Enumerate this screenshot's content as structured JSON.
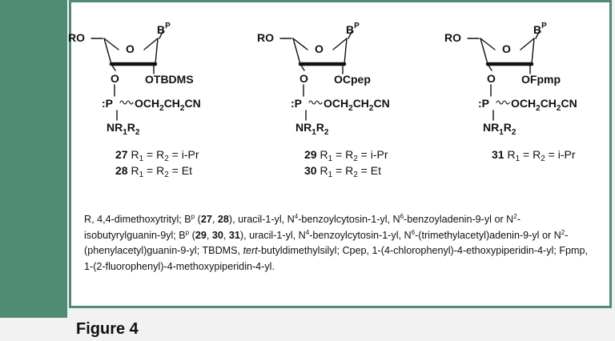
{
  "figure_label": "Figure 4",
  "structures": [
    {
      "ro": "RO",
      "bp": "B",
      "bp_sup": "P",
      "ring_o": "O",
      "o3": "O",
      "o2": "OTBDMS",
      "p": ":P",
      "chain": "OCH",
      "chain_sub1": "2",
      "chain_mid": "CH",
      "chain_sub2": "2",
      "chain_end": "CN",
      "nr_a": "NR",
      "nr_s1": "1",
      "nr_b": "R",
      "nr_s2": "2",
      "labels": [
        {
          "num": "27",
          "r1": "R",
          "s1": "1",
          "eq": "= R",
          "s2": "2",
          "val": "= i-Pr"
        },
        {
          "num": "28",
          "r1": "R",
          "s1": "1",
          "eq": "= R",
          "s2": "2",
          "val": "= Et"
        }
      ]
    },
    {
      "ro": "RO",
      "bp": "B",
      "bp_sup": "P",
      "ring_o": "O",
      "o3": "O",
      "o2": "OCpep",
      "p": ":P",
      "chain": "OCH",
      "chain_sub1": "2",
      "chain_mid": "CH",
      "chain_sub2": "2",
      "chain_end": "CN",
      "nr_a": "NR",
      "nr_s1": "1",
      "nr_b": "R",
      "nr_s2": "2",
      "labels": [
        {
          "num": "29",
          "r1": "R",
          "s1": "1",
          "eq": "= R",
          "s2": "2",
          "val": "= i-Pr"
        },
        {
          "num": "30",
          "r1": "R",
          "s1": "1",
          "eq": "= R",
          "s2": "2",
          "val": "= Et"
        }
      ]
    },
    {
      "ro": "RO",
      "bp": "B",
      "bp_sup": "P",
      "ring_o": "O",
      "o3": "O",
      "o2": "OFpmp",
      "p": ":P",
      "chain": "OCH",
      "chain_sub1": "2",
      "chain_mid": "CH",
      "chain_sub2": "2",
      "chain_end": "CN",
      "nr_a": "NR",
      "nr_s1": "1",
      "nr_b": "R",
      "nr_s2": "2",
      "labels": [
        {
          "num": "31",
          "r1": "R",
          "s1": "1",
          "eq": "= R",
          "s2": "2",
          "val": "= i-Pr"
        }
      ]
    }
  ],
  "caption": {
    "c1": "R, 4,4-dimethoxytrityl; B",
    "c2": "p",
    "c3": " (",
    "c4": "27",
    "c5": ", ",
    "c6": "28",
    "c7": "), uracil-1-yl, N",
    "c8": "4",
    "c9": "-benzoylcytosin-1-yl, N",
    "c10": "6",
    "c11": "-benzoyladenin-9-yl or N",
    "c12": "2",
    "c13": "-isobutyrylguanin-9yl; B",
    "c14": "p",
    "c15": " (",
    "c16": "29",
    "c17": ", ",
    "c18": "30",
    "c19": ", ",
    "c20": "31",
    "c21": "), uracil-1-yl, N",
    "c22": "4",
    "c23": "-benzoylcytosin-1-yl, N",
    "c24": "6",
    "c25": "-(trimethylacetyl)adenin-9-yl or N",
    "c26": "2",
    "c27": "-(phenylacetyl)guanin-9-yl; TBDMS, ",
    "c28": "tert",
    "c29": "-butyldimethylsilyl; Cpep, 1-(4-chlorophenyl)-4-ethoxypiperidin-4-yl; Fpmp, 1-(2-fluorophenyl)-4-methoxypiperidin-4-yl."
  }
}
